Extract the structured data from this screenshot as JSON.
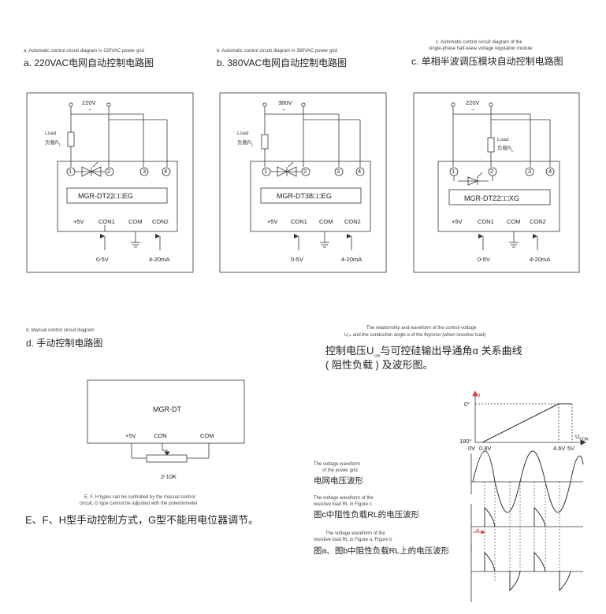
{
  "diagram_a": {
    "en_title": "a. Automatic control circuit diagram in 220VAC power grid",
    "cn_title": "a. 220VAC电网自动控制电路图",
    "voltage": "220V",
    "ac": "~",
    "load_line1": "Load",
    "load_line2": "负载",
    "load_sub": "R",
    "load_sub2": "L",
    "pins": [
      "1",
      "2",
      "3",
      "4"
    ],
    "model": "MGR-DT22□□EG",
    "terminals": [
      "+5V",
      "CON1",
      "COM",
      "CON2"
    ],
    "input1": "0-5V",
    "input2": "4-20mA"
  },
  "diagram_b": {
    "en_title": "b. Automatic control circuit diagram in 380VAC power grid",
    "cn_title": "b. 380VAC电网自动控制电路图",
    "voltage": "380V",
    "ac": "~",
    "load_line1": "Load",
    "load_line2": "负载",
    "load_sub": "R",
    "load_sub2": "L",
    "pins": [
      "1",
      "2",
      "3",
      "4"
    ],
    "model": "MGR-DT38□□EG",
    "terminals": [
      "+5V",
      "CON1",
      "COM",
      "CON2"
    ],
    "input1": "0-5V",
    "input2": "4-20mA"
  },
  "diagram_c": {
    "en_title_1": "c. Automatic control circuit diagram of the",
    "en_title_2": "single-phase half-wave voltage regulation module",
    "cn_title": "c. 单相半波调压模块自动控制电路图",
    "voltage": "220V",
    "ac": "~",
    "load_line1": "Load",
    "load_line2": "负载",
    "load_sub": "R",
    "load_sub2": "L",
    "pins": [
      "1",
      "2",
      "3",
      "4"
    ],
    "model": "MGR-DT22□□XG",
    "terminals": [
      "+5V",
      "CON1",
      "COM",
      "CON2"
    ],
    "input1": "0-5V",
    "input2": "4-20mA"
  },
  "diagram_d": {
    "en_title": "d. Manual control circuit diagram",
    "cn_title": "d. 手动控制电路图",
    "model": "MGR-DT",
    "terminals": [
      "+5V",
      "CON",
      "COM"
    ],
    "pot": "2-10K",
    "note_en_1": "E, F, H types can be controlled by the manual control",
    "note_en_2": "circuit, G type cannot be adjusted with the potentiometer",
    "note_cn": "E、F、H型手动控制方式，G型不能用电位器调节。"
  },
  "waveform": {
    "en_title_1": "The relationship and waveform of the control voltage",
    "en_title_2": "Uₒₙ and the conduction angle  α  of the thyristor (when resistive load)",
    "cn_title_1": "控制电压U",
    "cn_title_sub": "con",
    "cn_title_2": "与可控硅输出导通角α 关系曲线",
    "cn_title_3": "( 阻性负载 ) 及波形图。",
    "y_alpha": "α",
    "y_top": "0°",
    "y_bottom": "180°",
    "x_label": "U",
    "x_label_sub": "CON",
    "x_ticks": [
      "0V",
      "0.8V",
      "4.6V",
      "5V"
    ],
    "alpha_mark": "α",
    "grid_en_1": "The voltage waveform",
    "grid_en_2": "of the power grid",
    "grid_cn": "电网电压波形",
    "c_en_1": "The voltage waveform of the",
    "c_en_2": "resistive load RL in Figure c",
    "c_cn": "图c中阻性负载RL的电压波形",
    "ab_en_1": "The voltage waveform of the",
    "ab_en_2": "resistive load RL in Figure a, Figure b",
    "ab_cn": "图a、图b中阻性负载RL上的电压波形"
  },
  "colors": {
    "line": "#333333",
    "alpha_red": "#d04040",
    "bg": "#ffffff"
  }
}
